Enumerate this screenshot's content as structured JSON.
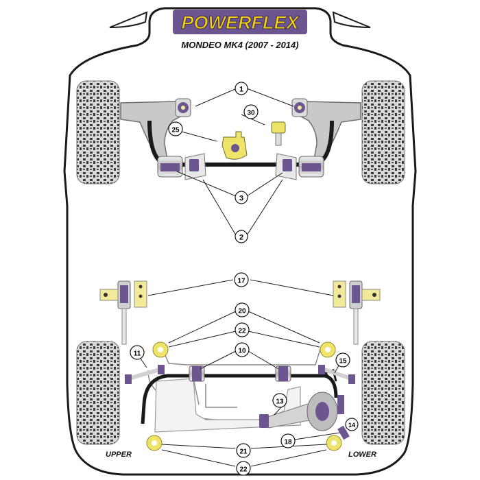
{
  "brand": {
    "logo_text": "POWERFLEX"
  },
  "header": {
    "model": "MONDEO MK4 (2007 - 2014)"
  },
  "labels": {
    "upper": "UPPER",
    "lower": "LOWER"
  },
  "callouts": {
    "c1": "1",
    "c30": "30",
    "c25": "25",
    "c3": "3",
    "c2": "2",
    "c17": "17",
    "c20": "20",
    "c22a": "22",
    "c10": "10",
    "c11": "11",
    "c15": "15",
    "c13": "13",
    "c14": "14",
    "c18": "18",
    "c21": "21",
    "c22b": "22"
  },
  "colors": {
    "purple": "#6b5690",
    "yellow_bush": "#efe46a",
    "logo_yellow": "#f5d20a",
    "tyre": "#c8c8c8"
  }
}
